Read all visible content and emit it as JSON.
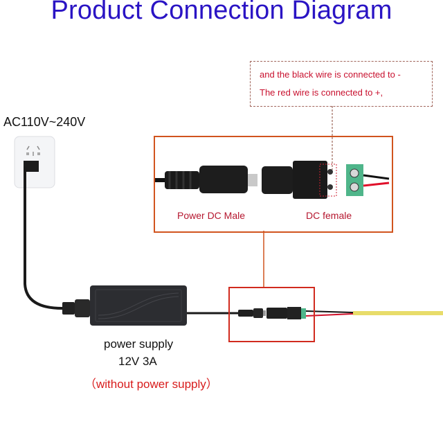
{
  "title": "Product Connection Diagram",
  "note": {
    "line1": "and the black wire is connected to -",
    "line2": "The red wire is connected to +,"
  },
  "input_voltage": "AC110V~240V",
  "detail": {
    "male_label": "Power DC Male",
    "female_label": "DC female"
  },
  "power_supply": {
    "label": "power supply",
    "rating": "12V 3A",
    "note": "（without power supply）"
  },
  "colors": {
    "title": "#2a14c4",
    "annotation_red": "#c8102e",
    "box_orange": "#d1541e",
    "led_strip_yellow": "#e8dc6a",
    "terminal_green": "#4fb58a"
  }
}
